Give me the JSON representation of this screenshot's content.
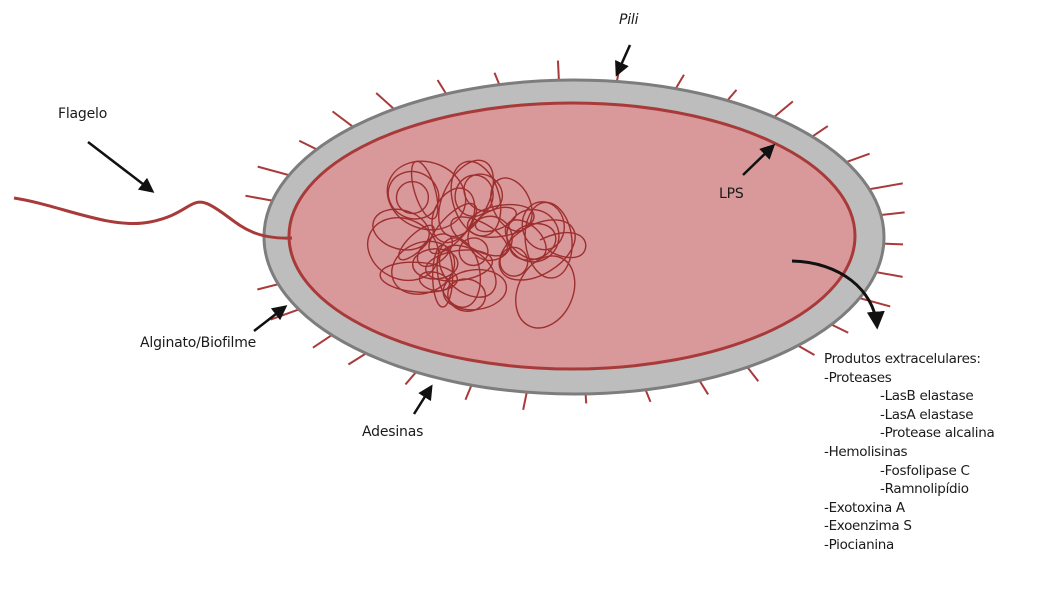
{
  "colors": {
    "cytoplasm": "#d9989a",
    "membrane": "#a83a3a",
    "capsule": "#bdbdbd",
    "capsule_outline": "#7d7d7d",
    "appendage": "#a83a3a",
    "dna": "#9e2f2f",
    "arrow": "#111111"
  },
  "icons": {
    "cell": "bacterium-cell",
    "dna": "nucleoid-coil-icon",
    "arrow": "arrow-icon"
  },
  "labels": {
    "pili": "Pili",
    "flagelo": "Flagelo",
    "lps": "LPS",
    "alginato": "Alginato/Biofilme",
    "adesinas": "Adesinas"
  },
  "products": {
    "title": "Produtos extracelulares:",
    "items": [
      {
        "text": "-Proteases",
        "level": 1
      },
      {
        "text": "-LasB elastase",
        "level": 2
      },
      {
        "text": "-LasA elastase",
        "level": 2
      },
      {
        "text": "-Protease alcalina",
        "level": 2
      },
      {
        "text": "-Hemolisinas",
        "level": 1
      },
      {
        "text": "-Fosfolipase C",
        "level": 2
      },
      {
        "text": "-Ramnolipídio",
        "level": 2
      },
      {
        "text": "-Exotoxina A",
        "level": 1
      },
      {
        "text": "-Exoenzima S",
        "level": 1
      },
      {
        "text": "-Piocianina",
        "level": 1
      }
    ]
  }
}
